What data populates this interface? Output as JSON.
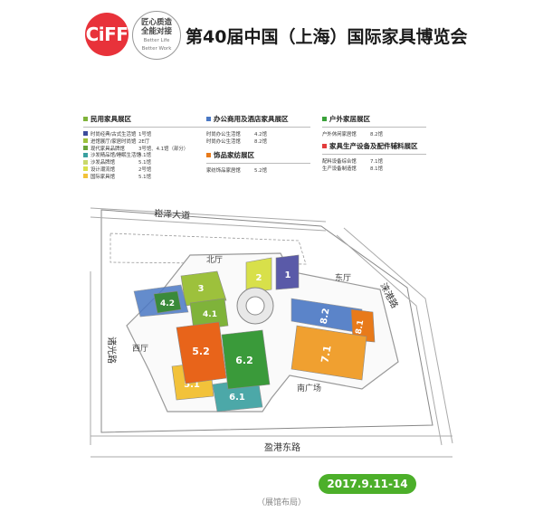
{
  "header": {
    "logo_text": "CiFF",
    "slogan_cn_1": "匠心质造",
    "slogan_cn_2": "全能对接",
    "slogan_en_1": "Better Life",
    "slogan_en_2": "Better Work",
    "title": "第40届中国（上海）国际家具博览会"
  },
  "colors": {
    "residential": "#7fb33a",
    "office": "#4a78c4",
    "decor": "#e87a1a",
    "outdoor": "#3aa23a",
    "materials": "#e23c3c",
    "brand_red": "#e8323a",
    "date_green": "#4caf2a"
  },
  "legend": {
    "residential": {
      "title": "民用家具展区",
      "items": [
        {
          "name": "时尚经典/古式生活馆",
          "hall": "1号馆",
          "color": "#3c4c9c"
        },
        {
          "name": "进馆展厅/家居时尚馆",
          "hall": "2E厅",
          "color": "#9dc13c"
        },
        {
          "name": "现代家具品牌馆",
          "hall": "3号馆、4.1馆（部分）",
          "color": "#6aa43a"
        },
        {
          "name": "沙发精品馆/睡眠生活馆",
          "hall": "4.1馆",
          "color": "#3aa0a0"
        },
        {
          "name": "沙发品牌馆",
          "hall": "5.1馆",
          "color": "#c9d86a"
        },
        {
          "name": "设计潮流馆",
          "hall": "2号馆",
          "color": "#d8e04a"
        },
        {
          "name": "国际家具馆",
          "hall": "5.1馆",
          "color": "#f2c23a"
        }
      ]
    },
    "office": {
      "title": "办公商用及酒店家具展区",
      "items": [
        {
          "name": "时尚办公生活馆",
          "hall": "4.2馆"
        },
        {
          "name": "时尚办公生活馆",
          "hall": "8.2馆"
        }
      ]
    },
    "decor": {
      "title": "饰品家纺展区",
      "items": [
        {
          "name": "家纺饰品家居馆",
          "hall": "5.2馆"
        }
      ]
    },
    "outdoor": {
      "title": "户外家居展区",
      "items": [
        {
          "name": "户外休闲家居馆",
          "hall": "8.2馆"
        }
      ]
    },
    "materials": {
      "title": "家具生产设备及配件辅料展区",
      "items": [
        {
          "name": "配料设备综合馆",
          "hall": "7.1馆"
        },
        {
          "name": "生产设备制造馆",
          "hall": "8.1馆"
        }
      ]
    }
  },
  "map": {
    "roads": {
      "north": "崧泽大道",
      "east": "涞港路",
      "west": "诸光路",
      "south": "盈港东路"
    },
    "areas": {
      "north_hall": "北厅",
      "east_hall": "东厅",
      "west_hall": "西厅",
      "south_plaza": "南广场"
    },
    "halls": [
      "1",
      "2",
      "3",
      "4.1",
      "4.2",
      "5.1",
      "5.2",
      "6.1",
      "6.2",
      "7.1",
      "8.1",
      "8.2"
    ]
  },
  "footer": {
    "date": "2017.9.11-14",
    "caption": "（展馆布局）"
  }
}
